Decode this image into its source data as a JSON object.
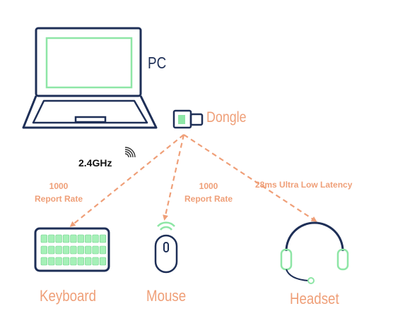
{
  "pc_label": "PC",
  "dongle_label": "Dongle",
  "frequency_label": "2.4GHz",
  "keyboard_rate": {
    "value": "1000",
    "unit": "Report Rate"
  },
  "mouse_rate": {
    "value": "1000",
    "unit": "Report Rate"
  },
  "headset_latency": "28ms Ultra Low Latency",
  "devices": {
    "keyboard": "Keyboard",
    "mouse": "Mouse",
    "headset": "Headset"
  },
  "colors": {
    "outline_navy": "#1e2f57",
    "accent_orange": "#ef9f78",
    "accent_green": "#8ee6a6",
    "key_fill": "#a5f0b7"
  },
  "icons": [
    "laptop-icon",
    "dongle-icon",
    "wireless-signal-icon",
    "keyboard-icon",
    "mouse-icon",
    "headset-icon"
  ]
}
